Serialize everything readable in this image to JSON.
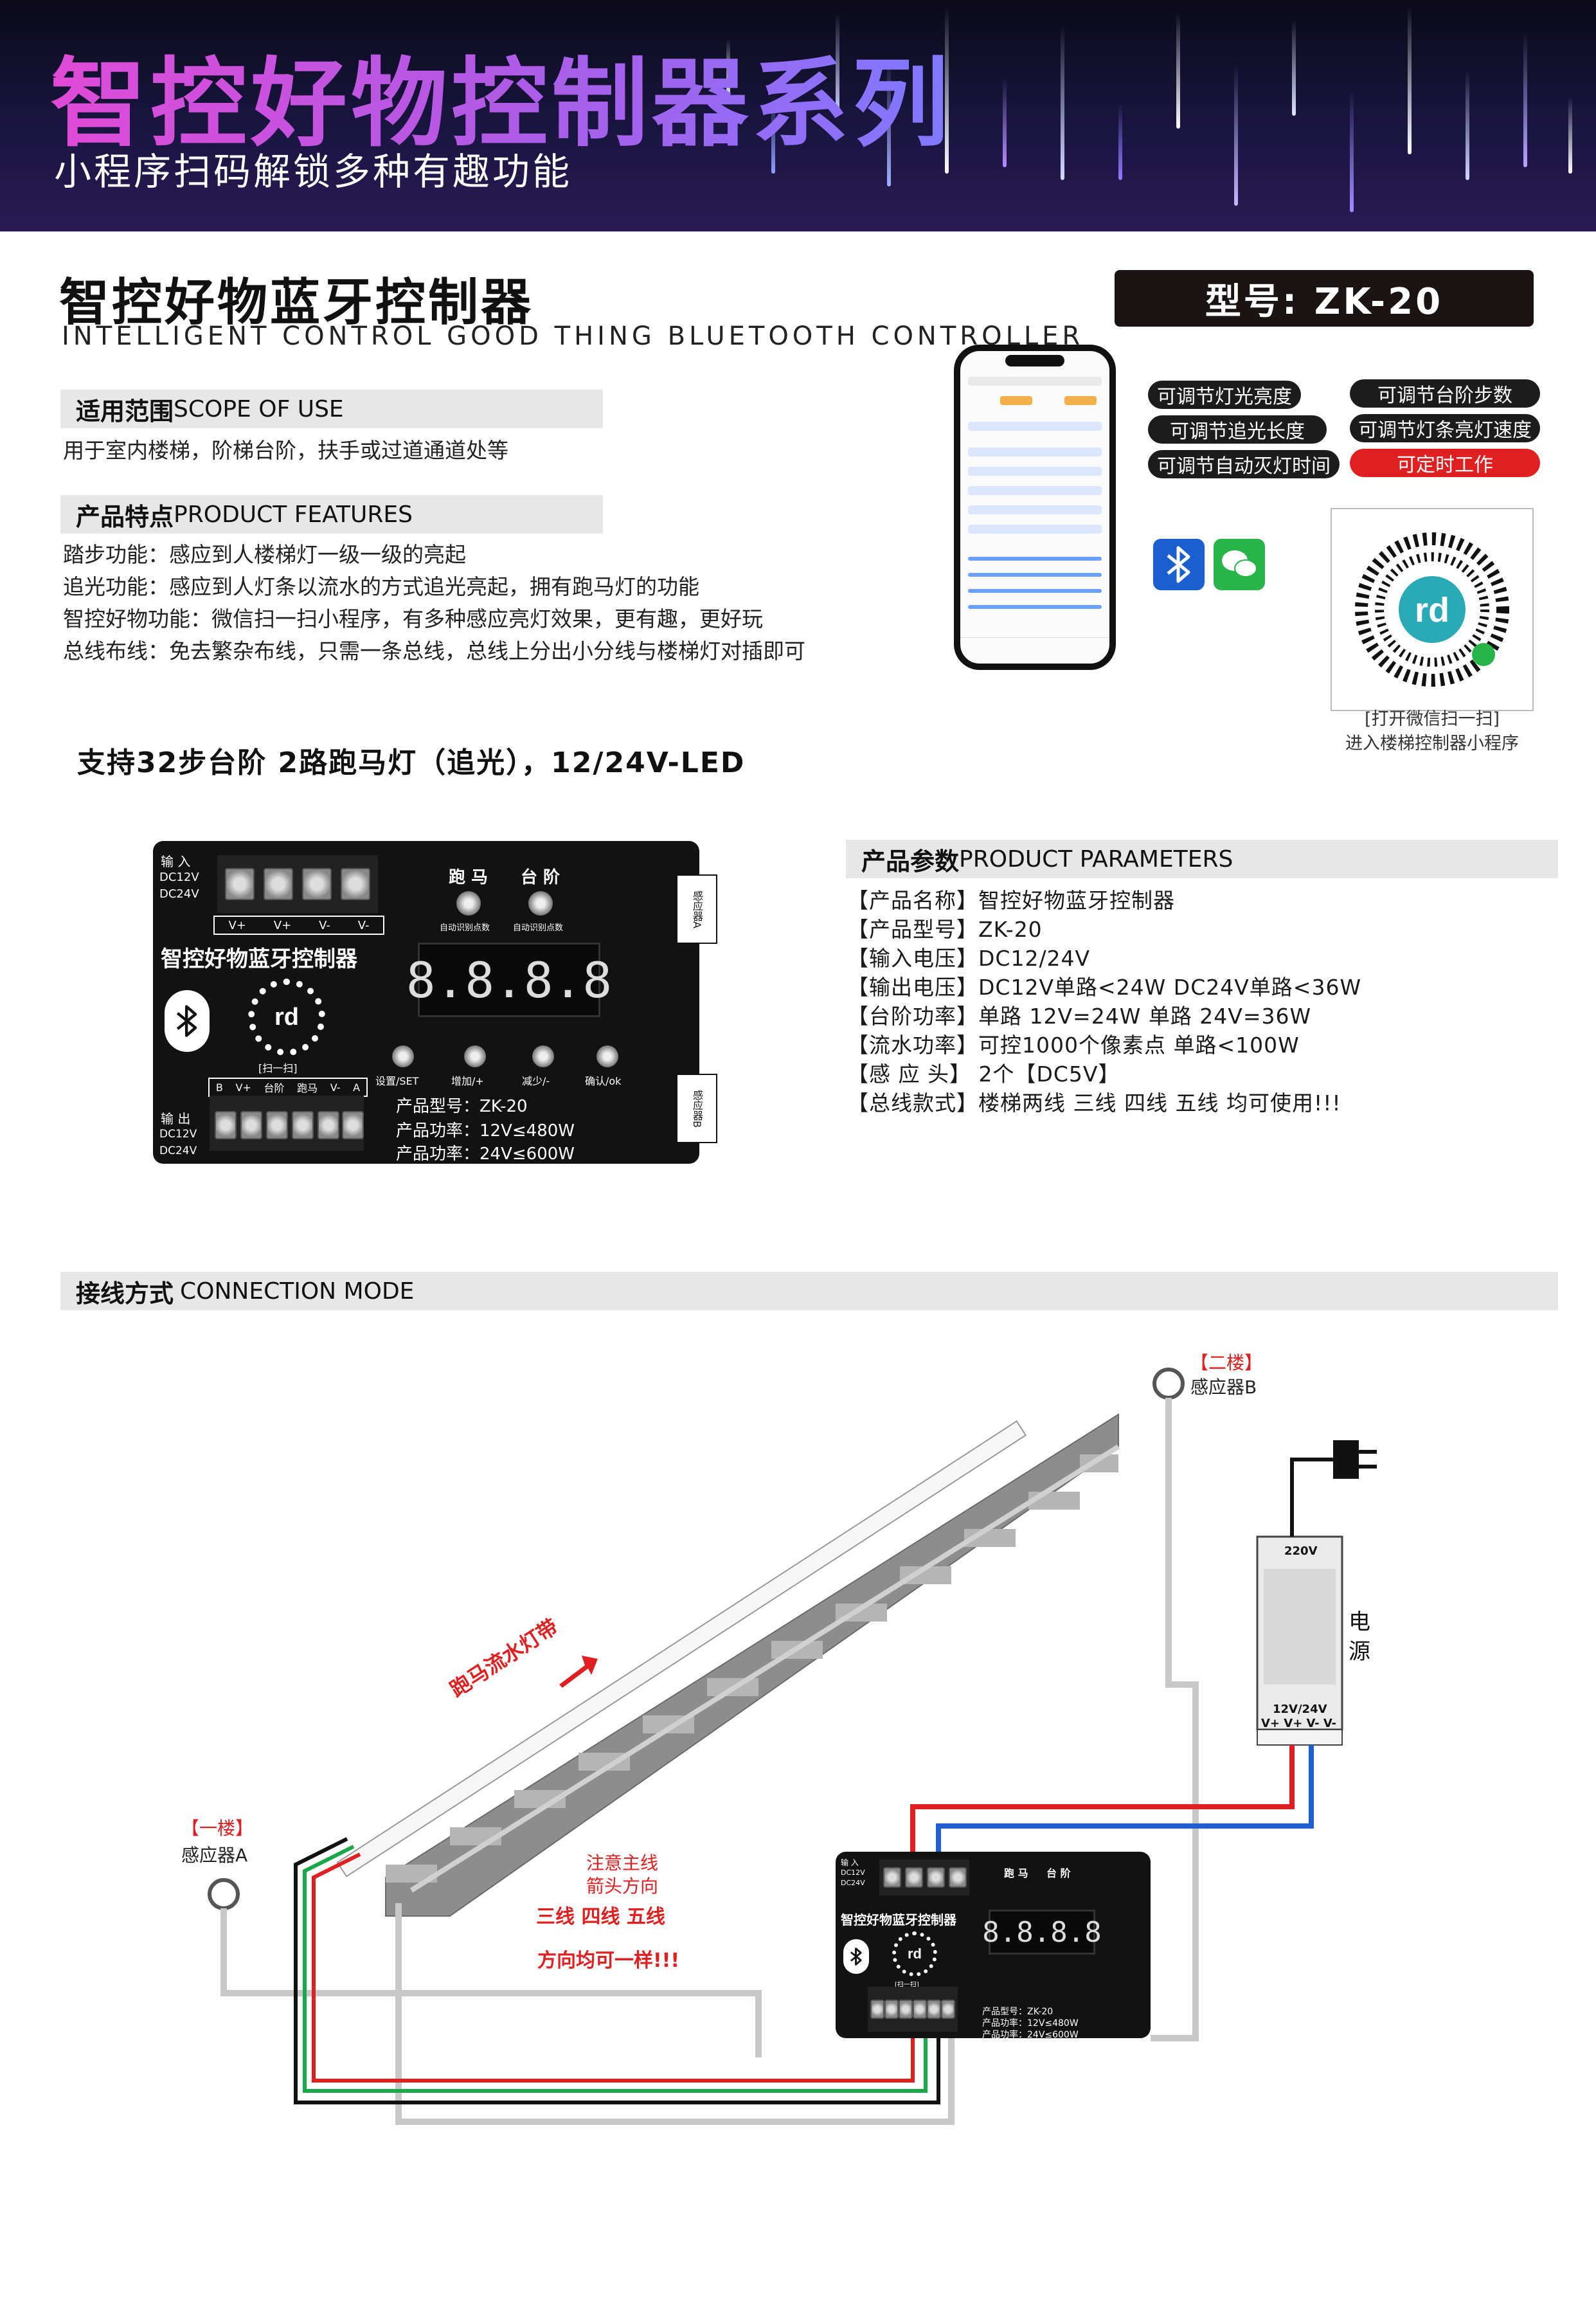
{
  "banner": {
    "title": "智控好物控制器系列",
    "subtitle": "小程序扫码解锁多种有趣功能"
  },
  "product": {
    "title": "智控好物蓝牙控制器",
    "title_en": "INTELLIGENT CONTROL GOOD THING BLUETOOTH CONTROLLER",
    "model_label": "型号:  ZK-20"
  },
  "scope": {
    "heading_cn": "适用范围",
    "heading_en": "SCOPE OF USE",
    "text": "用于室内楼梯，阶梯台阶，扶手或过道通道处等"
  },
  "features": {
    "heading_cn": "产品特点",
    "heading_en": "PRODUCT FEATURES",
    "items": [
      "踏步功能：感应到人楼梯灯一级一级的亮起",
      "追光功能：感应到人灯条以流水的方式追光亮起，拥有跑马灯的功能",
      "智控好物功能：微信扫一扫小程序，有多种感应亮灯效果，更有趣，更好玩",
      "总线布线：免去繁杂布线，只需一条总线，总线上分出小分线与楼梯灯对插即可"
    ]
  },
  "support_line": "支持32步台阶   2路跑马灯（追光），12/24V-LED",
  "function_pills": [
    "可调节灯光亮度",
    "可调节台阶步数",
    "可调节追光长度",
    "可调节灯条亮灯速度",
    "可调节自动灭灯时间",
    "可定时工作"
  ],
  "qr_caption": [
    "[打开微信扫一扫]",
    "进入楼梯控制器小程序"
  ],
  "controller": {
    "name": "智控好物蓝牙控制器",
    "input_label": "输  入",
    "input_v1": "DC12V",
    "input_v2": "DC24V",
    "output_label": "输  出",
    "output_v1": "DC12V",
    "output_v2": "DC24V",
    "top_terminals": [
      "V+",
      "V+",
      "V-",
      "V-"
    ],
    "bottom_terminals": [
      "B",
      "V+",
      "台阶",
      "跑马",
      "V-",
      "A"
    ],
    "run_label": "跑 马",
    "step_label": "台 阶",
    "auto_detect": "自动识别点数",
    "display": "8.8.8.8",
    "scan_label": "[扫一扫]",
    "buttons": [
      "设置/SET",
      "增加/+",
      "减少/-",
      "确认/ok"
    ],
    "sensor_a": "感应器A",
    "sensor_b": "感应器B",
    "model_text": "产品型号：ZK-20",
    "power_12": "产品功率：12V≤480W",
    "power_24": "产品功率：24V≤600W"
  },
  "params": {
    "heading_cn": "产品参数",
    "heading_en": "PRODUCT PARAMETERS",
    "rows": [
      "【产品名称】智控好物蓝牙控制器",
      "【产品型号】ZK-20",
      "【输入电压】DC12/24V",
      "【输出电压】DC12V单路<24W   DC24V单路<36W",
      "【台阶功率】单路 12V=24W      单路 24V=36W",
      "【流水功率】可控1000个像素点    单路<100W",
      "【感 应 头】 2个【DC5V】",
      "【总线款式】楼梯两线  三线 四线 五线 均可使用!!!"
    ]
  },
  "connection": {
    "heading_cn": "接线方式",
    "heading_en": "CONNECTION MODE",
    "floor2": "【二楼】",
    "sensor_b": "感应器B",
    "floor1": "【一楼】",
    "sensor_a": "感应器A",
    "strip_label": "跑马流水灯带",
    "note1": "注意主线",
    "note2": "箭头方向",
    "note3": "三线  四线  五线",
    "note4": "方向均可一样!!!",
    "psu_220": "220V",
    "psu_label": "电\n源",
    "psu_out": "12V/24V",
    "psu_terms": "V+ V+ V-  V-"
  },
  "colors": {
    "banner_title": "#d94bc8",
    "accent_red": "#e02020",
    "pill_dark": "#1c1c1c",
    "wire_red": "#e02020",
    "wire_blue": "#1f5fd0",
    "wire_green": "#1aa84a"
  }
}
